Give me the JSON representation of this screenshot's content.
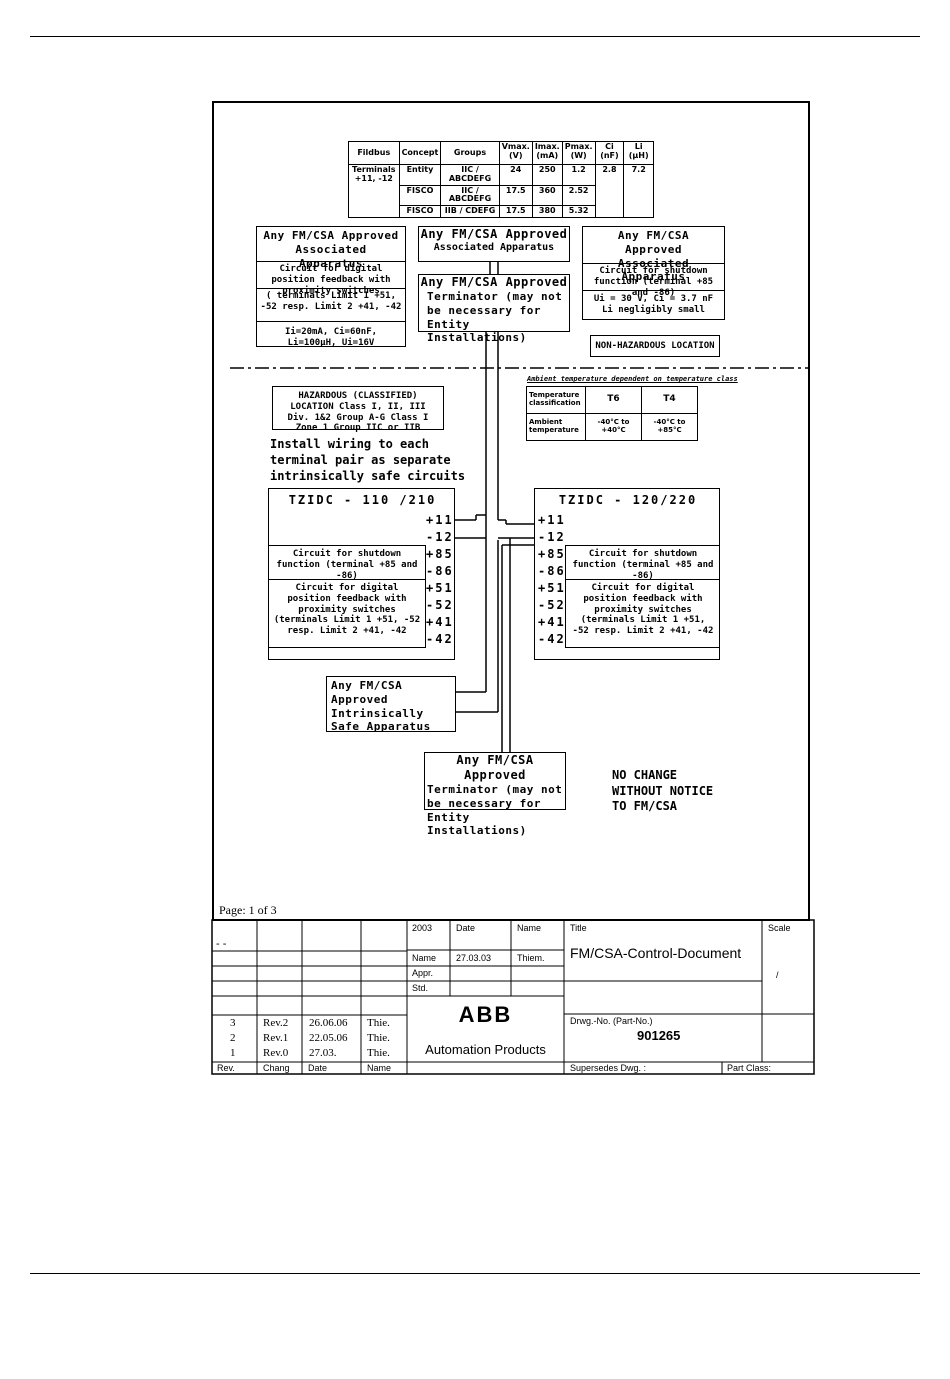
{
  "fieldbus_table": {
    "headers": [
      "Fildbus",
      "Concept",
      "Groups",
      "Vmax. (V)",
      "Imax. (mA)",
      "Pmax. (W)",
      "Ci (nF)",
      "Li (µH)"
    ],
    "terminals_label": "Terminals +11, -12",
    "rows": [
      {
        "concept": "Entity",
        "groups": "IIC / ABCDEFG",
        "vmax": "24",
        "imax": "250",
        "pmax": "1.2",
        "ci": "2.8",
        "li": "7.2"
      },
      {
        "concept": "FISCO",
        "groups": "IIC / ABCDEFG",
        "vmax": "17.5",
        "imax": "360",
        "pmax": "2.52",
        "ci": "",
        "li": ""
      },
      {
        "concept": "FISCO",
        "groups": "IIB / CDEFG",
        "vmax": "17.5",
        "imax": "380",
        "pmax": "5.32",
        "ci": "",
        "li": ""
      }
    ]
  },
  "boxes": {
    "left_assoc_title": "Any FM/CSA Approved Associated Apparatus",
    "left_assoc_circuit": "Circuit for digital position feedback with proximity switches",
    "left_assoc_terminals": "( terminals Limit 1 +51, -52 resp. Limit 2 +41, -42",
    "left_assoc_params": "Ii=20mA, Ci=60nF, Li=100µH, Ui=16V",
    "center_assoc_title": "Any FM/CSA Approved",
    "center_assoc_sub": "Associated Apparatus",
    "center_terminator_title": "Any FM/CSA Approved",
    "center_terminator_text": "Terminator (may not be necessary for Entity Installations)",
    "right_assoc_title": "Any FM/CSA Approved Associated Apparatus",
    "right_assoc_circuit": "Circuit for shutdown function (terminal +85 and -86)",
    "right_assoc_params": "Ui = 30 V, Ci = 3.7 nF Li negligibly small",
    "non_hazardous": "NON-HAZARDOUS LOCATION",
    "hazardous": "HAZARDOUS (CLASSIFIED) LOCATION Class I, II, III Div. 1&2 Group A-G Class I Zone 1 Group IIC or IIB",
    "install_note": "Install wiring to each terminal pair as separate intrinsically safe circuits",
    "temp_title": "Ambient temperature dependent on temperature class",
    "temp_class_label": "Temperature classification",
    "temp_t6": "T6",
    "temp_t4": "T4",
    "ambient_label": "Ambient temperature",
    "ambient_t6": "-40°C to +40°C",
    "ambient_t4": "-40°C to +85°C",
    "tzidc_left": "TZIDC - 110 /210",
    "tzidc_right": "TZIDC - 120/220",
    "shutdown_circuit": "Circuit for shutdown function (terminal +85 and -86)",
    "digital_circuit": "Circuit for digital position feedback with proximity switches (terminals Limit 1 +51, -52 resp. Limit 2 +41, -42",
    "terminals": [
      "+11",
      "-12",
      "+85",
      "-86",
      "+51",
      "-52",
      "+41",
      "-42"
    ],
    "is_apparatus": "Any FM/CSA Approved Intrinsically Safe Apparatus",
    "bottom_terminator_title": "Any FM/CSA Approved",
    "bottom_terminator_text": "Terminator (may not be necessary for Entity Installations)",
    "no_change": "NO CHANGE WITHOUT NOTICE TO FM/CSA"
  },
  "page_label": "Page: 1 of 3",
  "title_block": {
    "dash": "- -",
    "year": "2003",
    "date_label": "Date",
    "name_label": "Name",
    "name_row_label": "Name",
    "name_date": "27.03.03",
    "name_value": "Thiem.",
    "appr": "Appr.",
    "std": "Std.",
    "title_label": "Title",
    "title_value": "FM/CSA-Control-Document",
    "scale_label": "Scale",
    "scale_value": "/",
    "company_logo": "ABB",
    "company": "Automation Products",
    "drwg_label": "Drwg.-No.  (Part-No.)",
    "drwg_value": "901265",
    "supersedes": "Supersedes Dwg. :",
    "part_class": "Part Class:",
    "revisions": [
      {
        "rev": "3",
        "chang": "Rev.2",
        "date": "26.06.06",
        "name": "Thie."
      },
      {
        "rev": "2",
        "chang": "Rev.1",
        "date": "22.05.06",
        "name": "Thie."
      },
      {
        "rev": "1",
        "chang": "Rev.0",
        "date": "27.03.",
        "name": "Thie."
      }
    ],
    "footer": {
      "rev": "Rev.",
      "chang": "Chang",
      "date": "Date",
      "name": "Name"
    }
  }
}
